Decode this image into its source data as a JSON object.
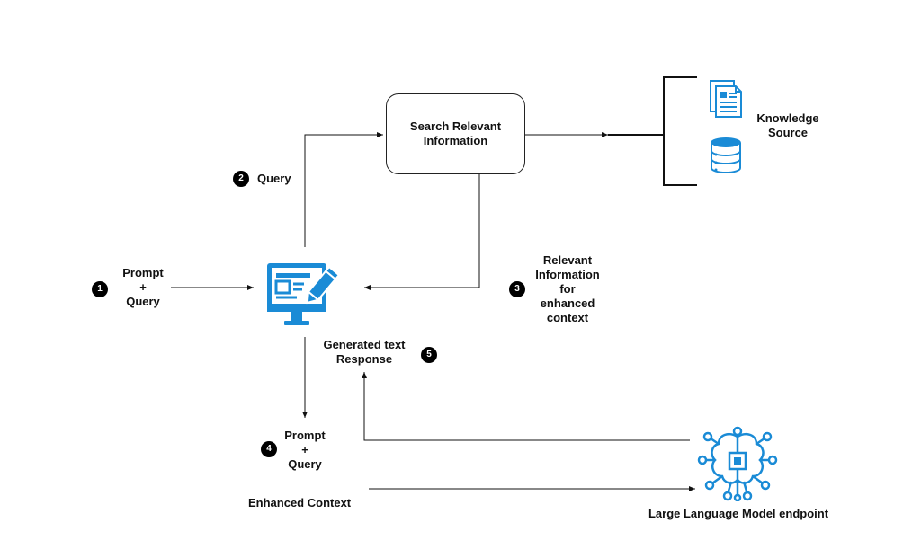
{
  "search_box": {
    "line1": "Search Relevant",
    "line2": "Information"
  },
  "knowledge": {
    "line1": "Knowledge",
    "line2": "Source"
  },
  "steps": [
    {
      "num": "1",
      "lines": [
        "Prompt",
        "+",
        "Query"
      ]
    },
    {
      "num": "2",
      "lines": [
        "Query"
      ]
    },
    {
      "num": "3",
      "lines": [
        "Relevant",
        "Information",
        "for",
        "enhanced",
        "context"
      ]
    },
    {
      "num": "4",
      "lines": [
        "Prompt",
        "+",
        "Query"
      ]
    },
    {
      "num": "5",
      "lines": [
        "Generated text",
        "Response"
      ]
    }
  ],
  "enhanced_context": "Enhanced Context",
  "llm_label": "Large Language Model endpoint",
  "colors": {
    "icon_blue": "#1a8bd6",
    "line": "#111111"
  },
  "icons": [
    "document-icon",
    "database-icon",
    "computer-edit-icon",
    "ai-brain-icon"
  ]
}
